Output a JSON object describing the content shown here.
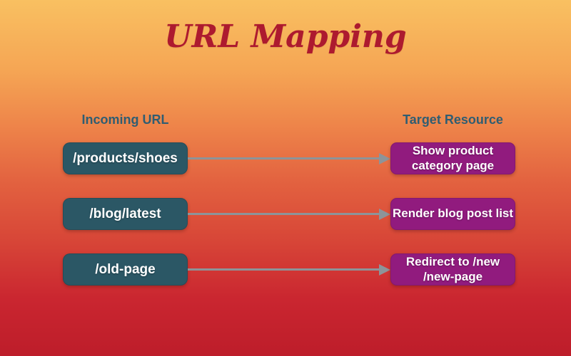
{
  "title": "URL Mapping",
  "columns": {
    "left": "Incoming URL",
    "right": "Target Resource"
  },
  "mappings": [
    {
      "incoming": "/products/shoes",
      "target": "Show product\ncategory page"
    },
    {
      "incoming": "/blog/latest",
      "target": "Render blog post list"
    },
    {
      "incoming": "/old-page",
      "target": "Redirect to /new\n/new-page"
    }
  ],
  "colors": {
    "teal": "#2b5765",
    "purple": "#911b7e",
    "arrow": "#8d9499",
    "header": "#2f5d72",
    "title": "#ad1a2f",
    "box_text": "#ffffff",
    "background_top": "#f9c061",
    "background_middle": "#e2603f",
    "background_bottom": "#bd1d2a"
  }
}
